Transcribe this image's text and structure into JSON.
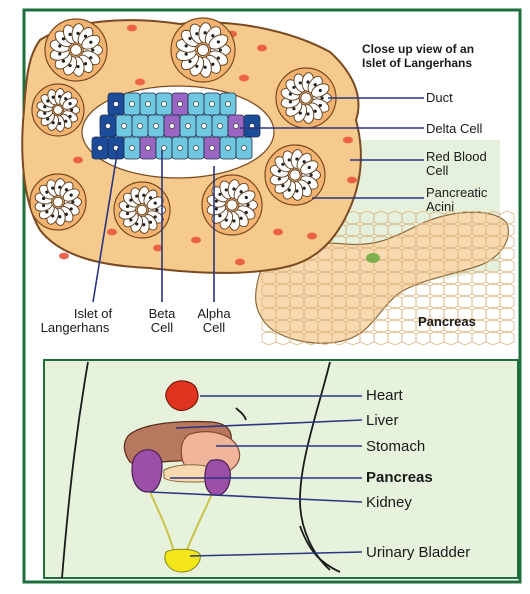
{
  "islet_section": {
    "title_line1": "Close up view of an",
    "title_line2": "Islet of Langerhans",
    "labels": {
      "duct": "Duct",
      "delta_cell": "Delta Cell",
      "red_blood_cell_line1": "Red Blood",
      "red_blood_cell_line2": "Cell",
      "pancreatic_acini_line1": "Pancreatic",
      "pancreatic_acini_line2": "Acini",
      "islet_line1": "Islet of",
      "islet_line2": "Langerhans",
      "beta_line1": "Beta",
      "beta_line2": "Cell",
      "alpha_line1": "Alpha",
      "alpha_line2": "Cell",
      "pancreas": "Pancreas"
    }
  },
  "body_section": {
    "labels": {
      "heart": "Heart",
      "liver": "Liver",
      "stomach": "Stomach",
      "pancreas": "Pancreas",
      "kidney": "Kidney",
      "urinary_bladder": "Urinary Bladder"
    }
  },
  "colors": {
    "frame_green": "#1d6e3a",
    "panel_green": "#e6f2dc",
    "tissue_orange": "#f6c98d",
    "tissue_border": "#7a4a22",
    "rbc_red": "#e8563c",
    "beta_blue": "#6fc7e0",
    "alpha_purple": "#9b66c2",
    "delta_navy": "#1b4c9a",
    "pancreas_tan": "#f9d9b0",
    "heart_red": "#e0341f",
    "liver_brown": "#b8775f",
    "stomach_pink": "#f0b49a",
    "kidney_purple": "#9b4fa7",
    "bladder_yellow": "#f3e61b",
    "leader_navy": "#2a3680"
  }
}
